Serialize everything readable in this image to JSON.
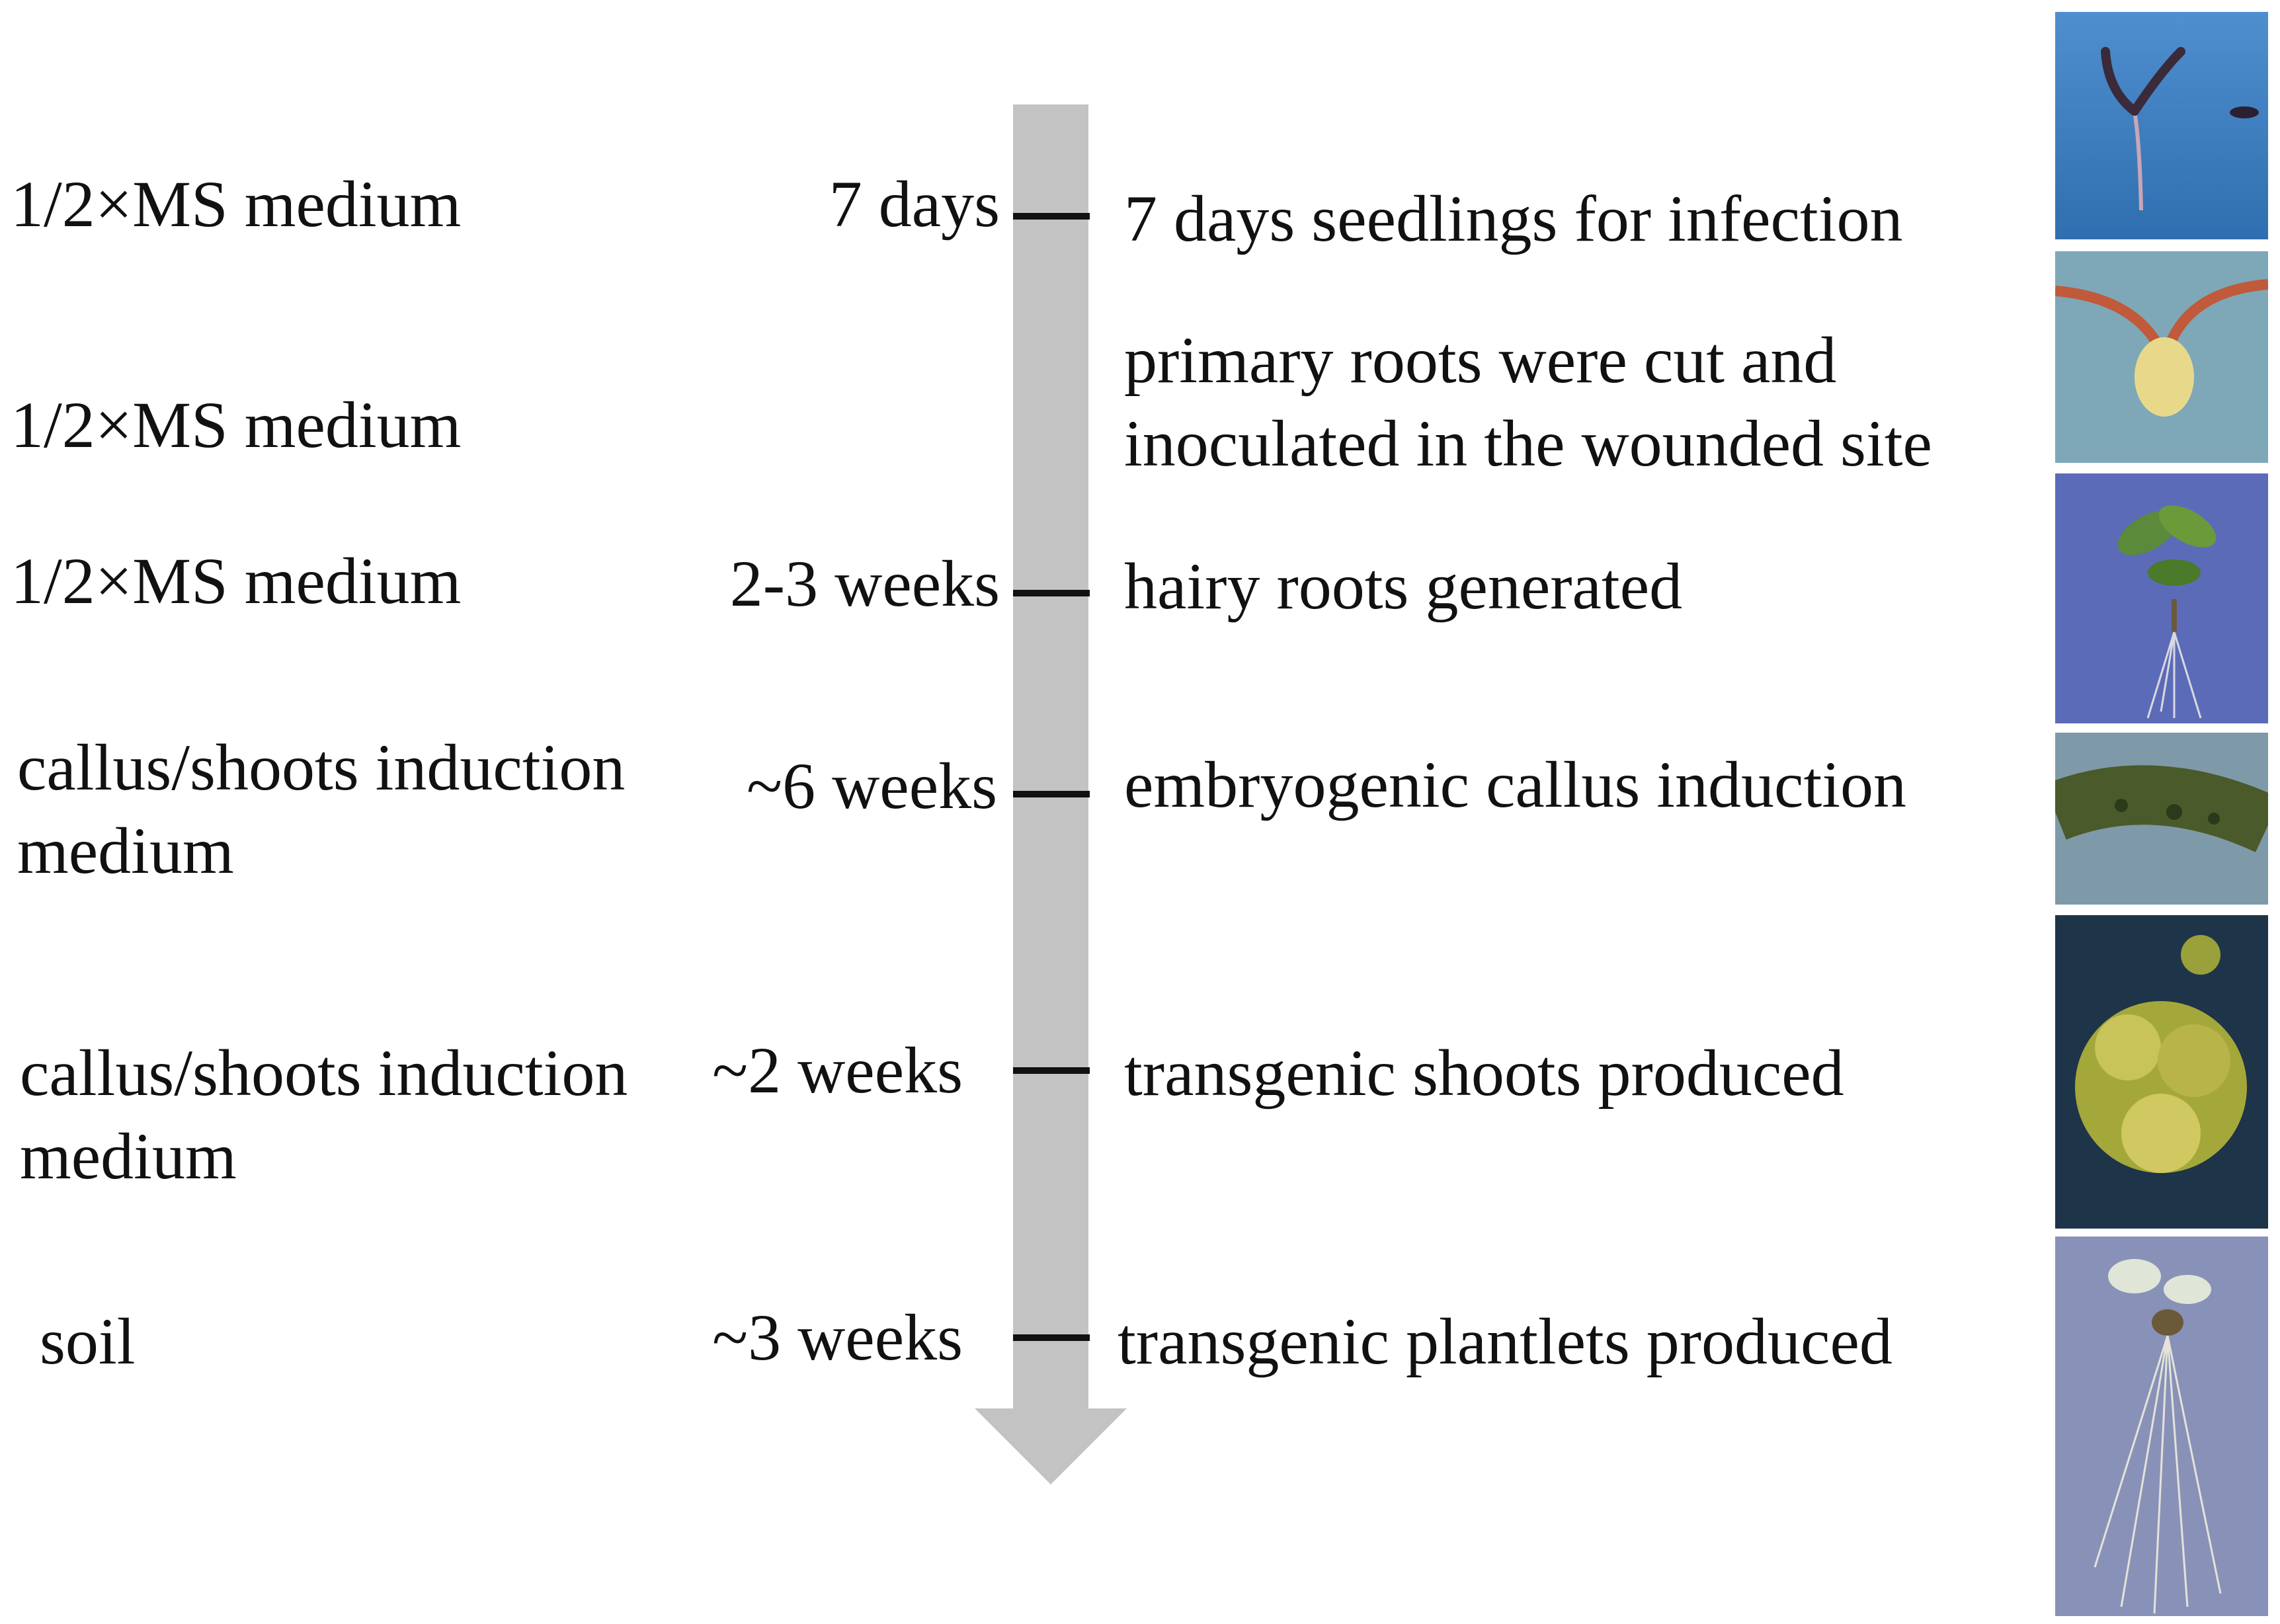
{
  "steps": [
    {
      "medium": "1/2×MS medium",
      "duration": "7 days",
      "description": "7 days seedlings for infection"
    },
    {
      "medium": "1/2×MS medium",
      "duration": "",
      "description_line1": "primary roots were cut and",
      "description_line2": "inoculated in the wounded site"
    },
    {
      "medium": "1/2×MS medium",
      "duration": "2-3 weeks",
      "description": "hairy roots generated"
    },
    {
      "medium_line1": "callus/shoots induction",
      "medium_line2": "medium",
      "duration": "~6 weeks",
      "description": "embryogenic callus induction"
    },
    {
      "medium_line1": "callus/shoots induction",
      "medium_line2": "medium",
      "duration": "~2 weeks",
      "description": "transgenic shoots produced"
    },
    {
      "medium": "soil",
      "duration": "~3 weeks",
      "description": "transgenic plantlets produced"
    }
  ],
  "colors": {
    "arrow": "#c3c3c3",
    "tick": "#111111",
    "text": "#111111"
  },
  "photos": [
    "seedling-photo",
    "cut-root-photo",
    "hairy-root-photo",
    "callus-photo",
    "shoots-photo",
    "plantlet-photo"
  ]
}
